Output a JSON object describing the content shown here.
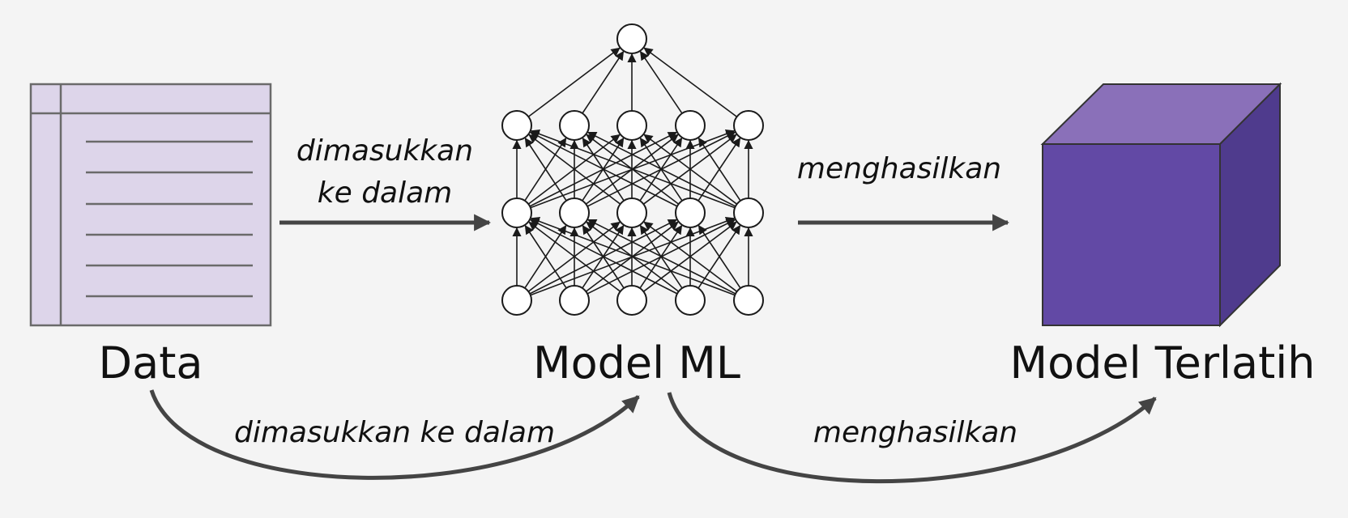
{
  "nodes": {
    "data_label": "Data",
    "model_label": "Model ML",
    "trained_label": "Model Terlatih"
  },
  "arrows": {
    "top_left_line1": "dimasukkan",
    "top_left_line2": "ke dalam",
    "top_right": "menghasilkan",
    "bottom_left": "dimasukkan ke dalam",
    "bottom_right": "menghasilkan"
  },
  "network": {
    "layers": [
      5,
      5,
      5,
      1
    ]
  },
  "colors": {
    "background": "#f4f4f4",
    "doc_fill": "#ddd5ea",
    "doc_stroke": "#6a6a6a",
    "cube_front": "#6249a5",
    "cube_top": "#8a70b9",
    "cube_side": "#4f3b8d",
    "arrow": "#444444",
    "edge": "#1a1a1a"
  }
}
